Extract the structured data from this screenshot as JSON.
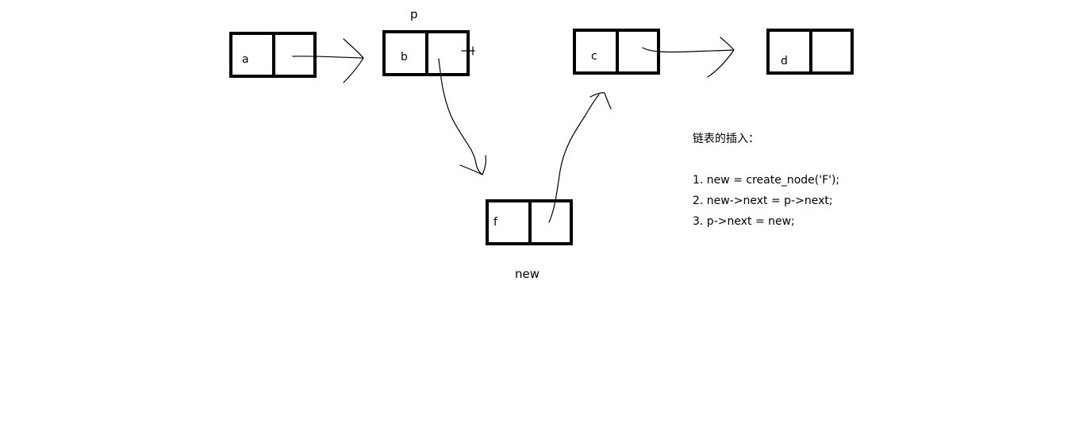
{
  "nodes": [
    {
      "id": "a",
      "label": "a"
    },
    {
      "id": "b",
      "label": "b"
    },
    {
      "id": "c",
      "label": "c"
    },
    {
      "id": "d",
      "label": "d"
    },
    {
      "id": "f",
      "label": "f"
    }
  ],
  "pointer_labels": {
    "p": "p",
    "new": "new"
  },
  "notes": {
    "title": "链表的插入：",
    "steps": [
      "1. new = create_node('F');",
      "2. new->next = p->next;",
      "3. p->next = new;"
    ]
  }
}
